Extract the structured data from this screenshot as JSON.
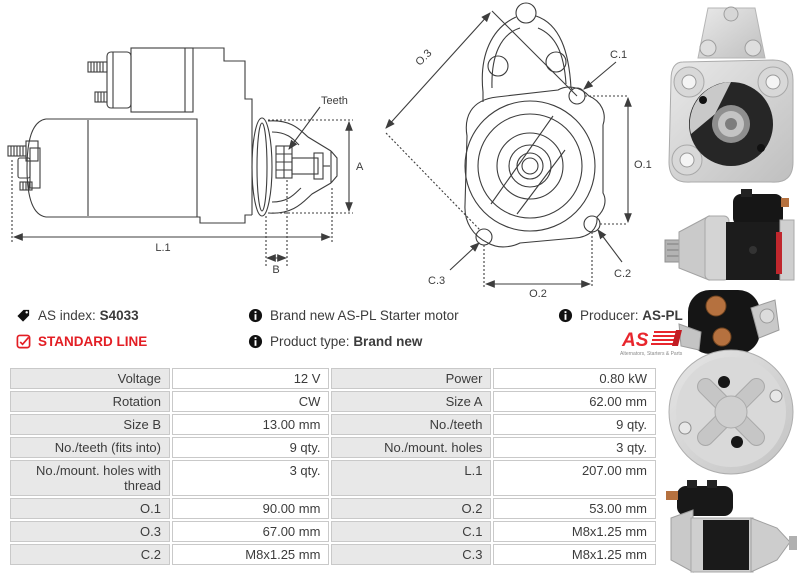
{
  "colors": {
    "accent_red": "#e31e24",
    "logo_red": "#e8262d",
    "drawing_line": "#3d3d3d",
    "table_label_bg": "#e8e8e8",
    "table_border": "#c9c9c9"
  },
  "info": {
    "as_index": {
      "label": "AS index:",
      "value": "S4033"
    },
    "standard_line": "STANDARD LINE",
    "brand_new_text": "Brand new AS-PL Starter motor",
    "product_type": {
      "label": "Product type:",
      "value": "Brand new"
    },
    "producer": {
      "label": "Producer:",
      "value": "AS-PL"
    },
    "logo": {
      "text": "AS",
      "tagline": "Alternators, Starters & Parts"
    }
  },
  "diagram": {
    "side": {
      "teeth": "Teeth",
      "a": "A",
      "l1": "L.1",
      "b": "B"
    },
    "front": {
      "o3": "O.3",
      "c1": "C.1",
      "o1": "O.1",
      "c2": "C.2",
      "c3": "C.3",
      "o2": "O.2"
    }
  },
  "spec_table": {
    "rows": [
      {
        "l1": "Voltage",
        "v1": "12 V",
        "l2": "Power",
        "v2": "0.80 kW"
      },
      {
        "l1": "Rotation",
        "v1": "CW",
        "l2": "Size A",
        "v2": "62.00 mm"
      },
      {
        "l1": "Size B",
        "v1": "13.00 mm",
        "l2": "No./teeth",
        "v2": "9 qty."
      },
      {
        "l1": "No./teeth (fits into)",
        "v1": "9 qty.",
        "l2": "No./mount. holes",
        "v2": "3 qty."
      },
      {
        "l1": "No./mount. holes with thread",
        "v1": "3 qty.",
        "l2": "L.1",
        "v2": "207.00 mm"
      },
      {
        "l1": "O.1",
        "v1": "90.00 mm",
        "l2": "O.2",
        "v2": "53.00 mm"
      },
      {
        "l1": "O.3",
        "v1": "67.00 mm",
        "l2": "C.1",
        "v2": "M8x1.25 mm"
      },
      {
        "l1": "C.2",
        "v1": "M8x1.25 mm",
        "l2": "C.3",
        "v2": "M8x1.25 mm"
      }
    ]
  }
}
